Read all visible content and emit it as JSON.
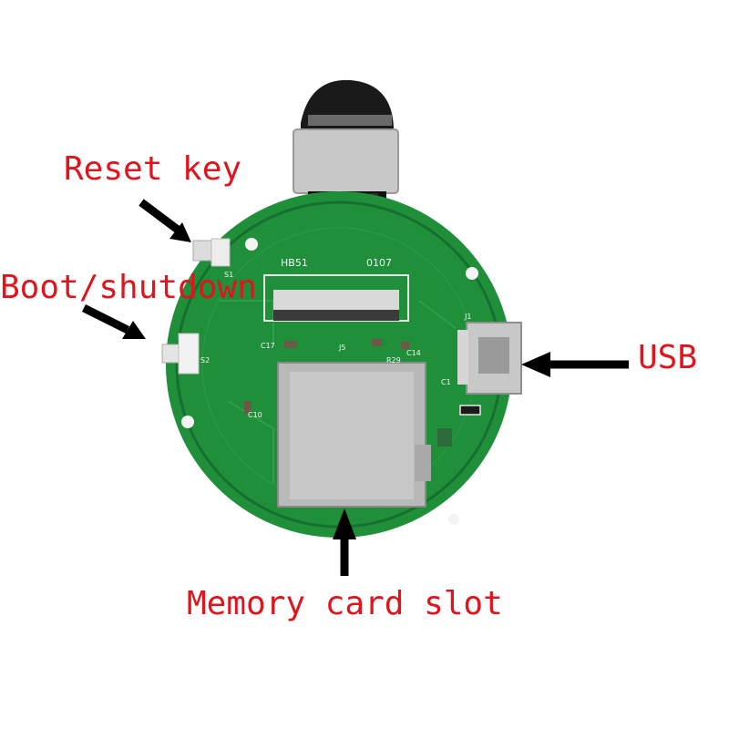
{
  "image": {
    "description_labels": {
      "reset": "Reset key",
      "boot": "Boot/shutdown",
      "usb": "USB",
      "card": "Memory card slot"
    },
    "silkscreen": {
      "hb51": "HB51",
      "code": "0107",
      "s1": "S1",
      "s2": "S2",
      "c17": "C17",
      "j5": "J5",
      "j1": "J1",
      "r29": "R29",
      "c10": "C10",
      "c14": "C14",
      "c1": "C1"
    },
    "colors": {
      "label": "#e0141c",
      "pcb": "#1f8f3a",
      "pcb_dark": "#157030",
      "arrow": "#000000",
      "metal": "#b9b9b9"
    }
  }
}
